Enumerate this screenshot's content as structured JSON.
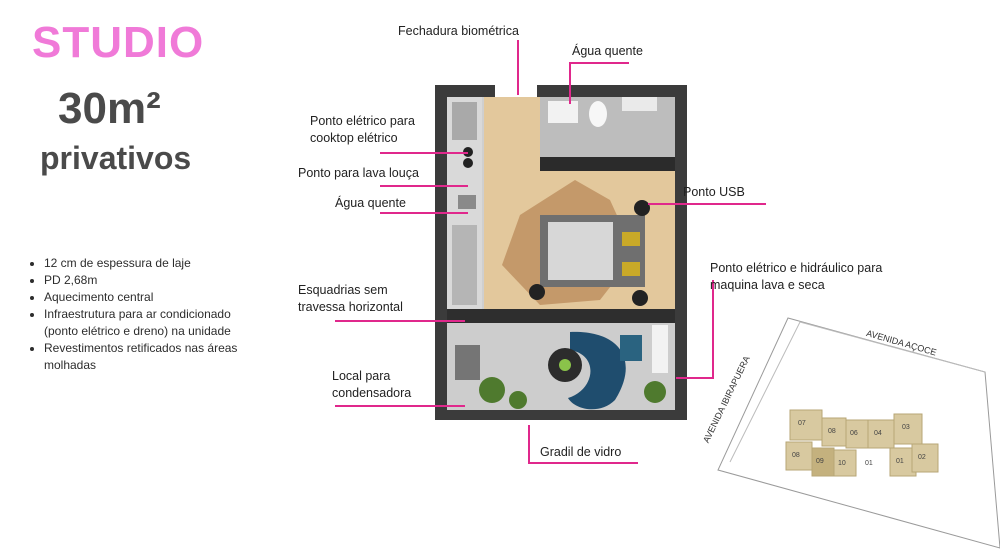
{
  "title": {
    "studio": "STUDIO",
    "area": "30m²",
    "privativos": "privativos"
  },
  "features": [
    "12 cm de espessura de laje",
    "PD 2,68m",
    "Aquecimento central",
    "Infraestrutura para ar condicionado (ponto elétrico e dreno) na unidade",
    "Revestimentos retificados nas áreas molhadas"
  ],
  "callouts": {
    "fechadura": "Fechadura biométrica",
    "agua_quente_top": "Água quente",
    "ponto_cooktop": "Ponto elétrico para\ncooktop elétrico",
    "ponto_lava_louca": "Ponto para lava louça",
    "agua_quente_left": "Água quente",
    "ponto_usb": "Ponto USB",
    "esquadrias": "Esquadrias sem\ntravessa horizontal",
    "ponto_maquina": "Ponto elétrico e hidráulico para\nmaquina lava e seca",
    "condensadora": "Local para\ncondensadora",
    "gradil": "Gradil de vidro"
  },
  "site_map": {
    "street_1": "AVENIDA IBIRAPUERA",
    "street_2": "AVENIDA AÇOCE",
    "units": [
      "07",
      "08",
      "06",
      "04",
      "03",
      "08",
      "09",
      "10",
      "01",
      "02",
      "01"
    ]
  },
  "colors": {
    "accent": "#e0288c",
    "title_pink": "#f07ad8",
    "text_dark": "#4a4a4a"
  }
}
